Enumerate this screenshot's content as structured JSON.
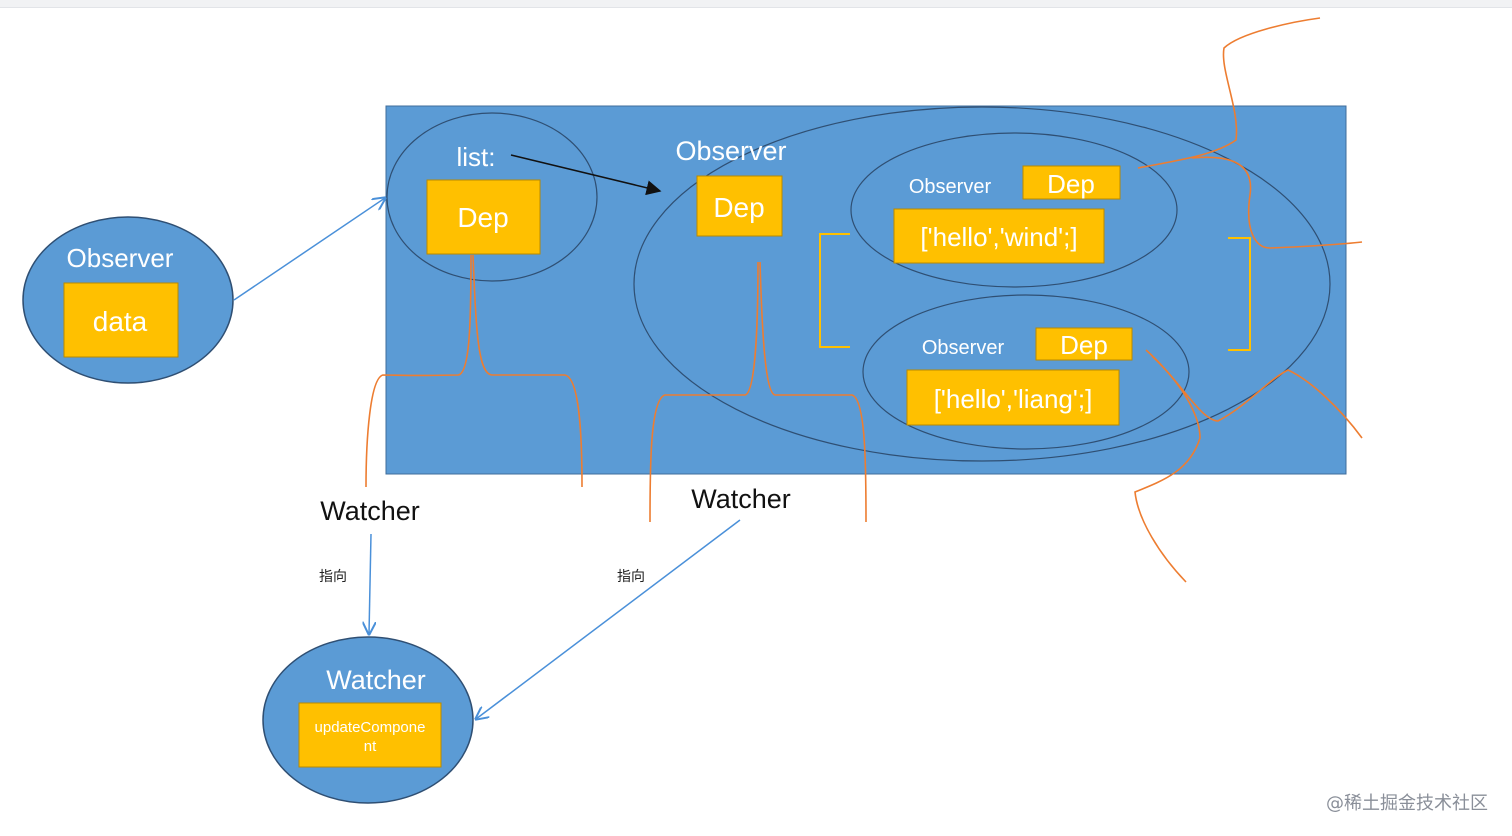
{
  "diagram": {
    "left_observer": {
      "title": "Observer",
      "inner": "data"
    },
    "main": {
      "list_label": "list:",
      "list_dep": "Dep",
      "array_observer_title": "Observer",
      "array_observer_dep": "Dep",
      "item1": {
        "title": "Observer",
        "dep": "Dep",
        "value": "['hello','wind';]"
      },
      "item2": {
        "title": "Observer",
        "dep": "Dep",
        "value": "['hello','liang';]"
      }
    },
    "watcher_left": "Watcher",
    "watcher_right": "Watcher",
    "points_to_left": "指向",
    "points_to_right": "指向",
    "bottom_watcher": {
      "title": "Watcher",
      "box_line1": "updateCompone",
      "box_line2": "nt"
    },
    "watermark": "@稀土掘金技术社区"
  },
  "colors": {
    "main_blue": "#5b9bd5",
    "node_yellow": "#ffc000",
    "line_orange": "#ed7d31",
    "arrow_blue": "#4a90d9",
    "outline_dark": "#3f5f85"
  }
}
